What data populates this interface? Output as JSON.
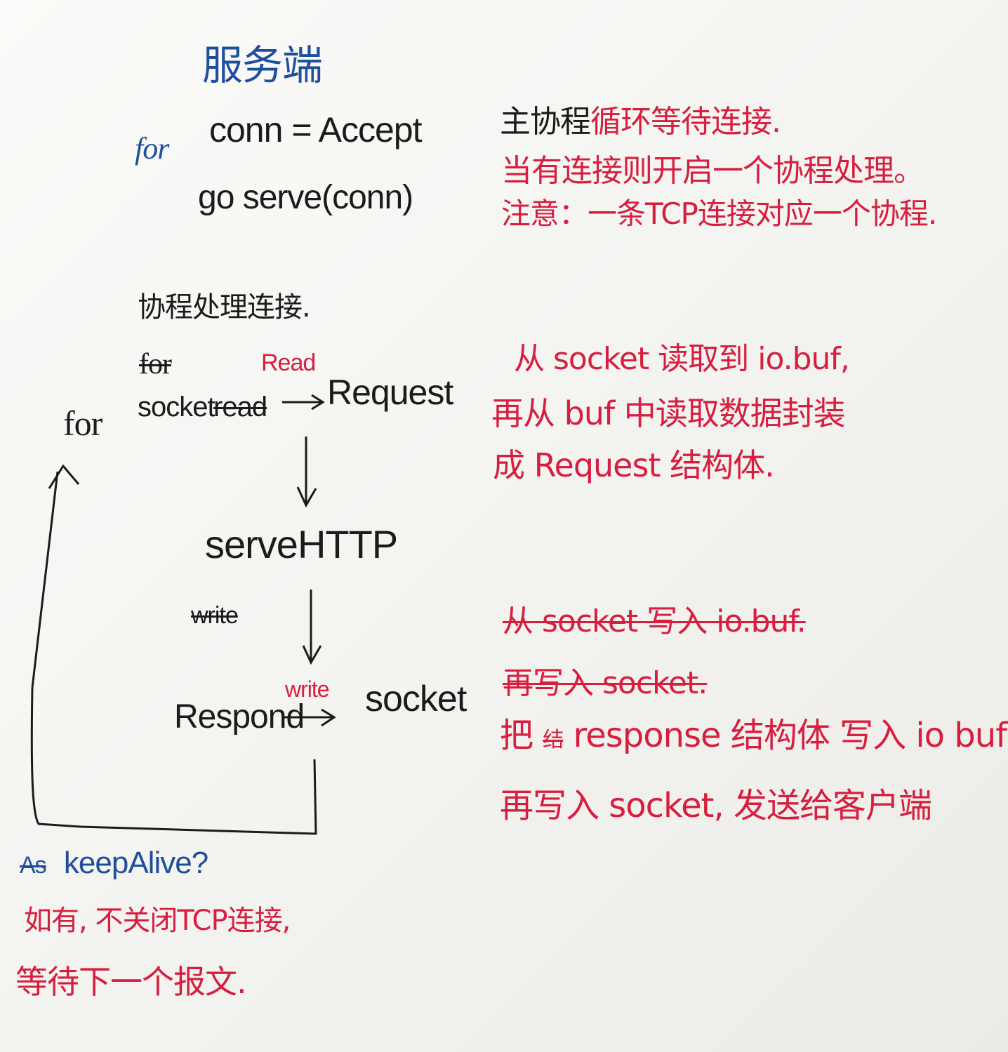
{
  "server_title": "服务端",
  "main_loop": {
    "for_keyword": "for",
    "accept_line": "conn = Accept",
    "go_line": "go serve(conn)"
  },
  "main_note": {
    "prefix": "主协程",
    "line1_rest": "循环等待连接.",
    "line2": "当有连接则开启一个协程处理。",
    "line3": "注意：一条TCP连接对应一个协程."
  },
  "coroutine_title": "协程处理连接.",
  "flow": {
    "struck_for": "for",
    "for_loop": "for",
    "socket": "socket",
    "struck_read": "read",
    "read_label": "Read",
    "request": "Request",
    "serve_http": "serveHTTP",
    "struck_write": "write",
    "respond": "Respond",
    "write_label": "write",
    "socket_out": "socket"
  },
  "read_note": {
    "line1": "从 socket 读取到 io.buf,",
    "line2": "再从 buf 中读取数据封装",
    "line3": "成 Request 结构体."
  },
  "write_note": {
    "struck_line1": "从 socket 写入 io.buf.",
    "struck_line2": "再写入 socket.",
    "line3_prefix": "把",
    "line3_struck": "结",
    "line3_rest": "response 结构体 写入 io buf",
    "line4": "再写入 socket, 发送给客户端"
  },
  "keepalive": {
    "struck_prefix": "As",
    "question": "keepAlive?",
    "line1": "如有, 不关闭TCP连接,",
    "line2": "等待下一个报文."
  },
  "colors": {
    "ink_black": "#1b1b1b",
    "ink_blue": "#1f4f9c",
    "ink_red": "#d81e3f"
  }
}
